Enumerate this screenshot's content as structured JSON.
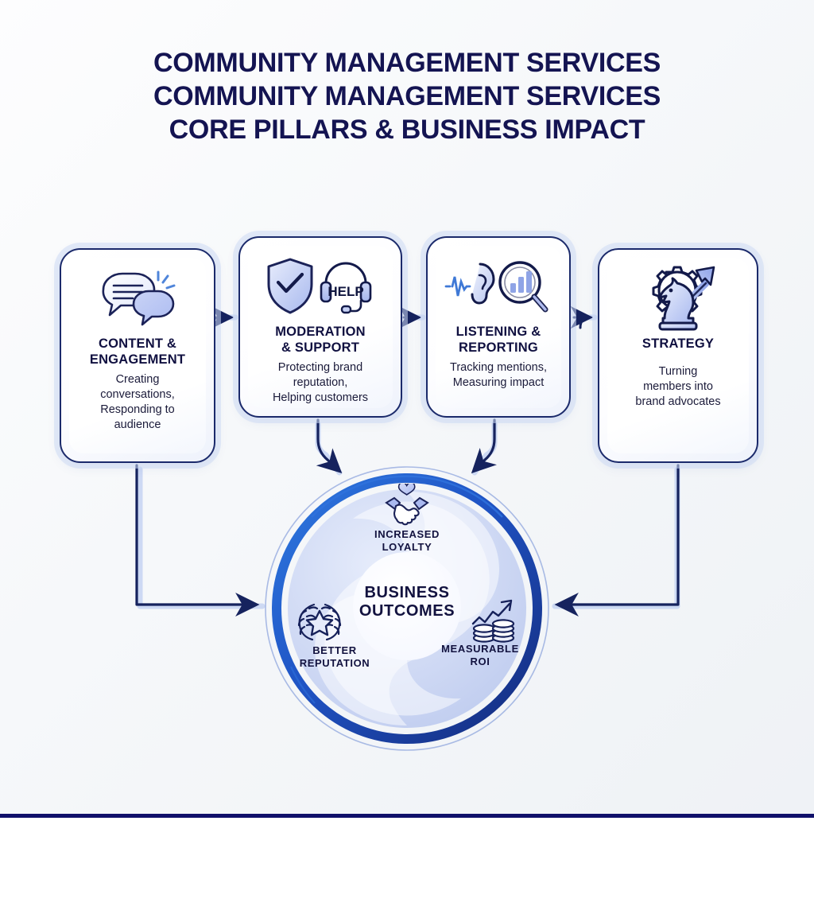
{
  "title": {
    "line1": "COMMUNITY MANAGEMENT SERVICES",
    "line2": "COMMUNITY MANAGEMENT SERVICES",
    "line3": "CORE PILLARS & BUSINESS IMPACT"
  },
  "colors": {
    "navy": "#141452",
    "deep_navy": "#10106a",
    "card_border": "#1b2a6b",
    "accent_blue": "#1f5fd0",
    "ring_blue": "#1b4fbf",
    "soft_blue": "#aebef0",
    "page_bg": "#f4f7fa"
  },
  "pillars": [
    {
      "title": "CONTENT &\nENGAGEMENT",
      "title_line1": "CONTENT &",
      "title_line2": "ENGAGEMENT",
      "desc_lines": [
        "Creating",
        "conversations,",
        "Responding to",
        "audience"
      ],
      "icon": "speech-bubbles-icon"
    },
    {
      "title_line1": "MODERATION",
      "title_line2": "& SUPPORT",
      "desc_lines": [
        "Protecting brand",
        "reputation,",
        "Helping customers"
      ],
      "icon": "shield-check-headset-icon",
      "icon_badge_text": "HELP"
    },
    {
      "title_line1": "LISTENING &",
      "title_line2": "REPORTING",
      "desc_lines": [
        "Tracking mentions,",
        "Measuring impact"
      ],
      "icon": "ear-soundwave-magnifier-chart-icon"
    },
    {
      "title_line1": "STRATEGY",
      "title_line2": "",
      "desc_lines": [
        "Turning",
        "members into",
        "brand advocates"
      ],
      "icon": "gear-chess-knight-growth-arrow-icon"
    }
  ],
  "outcomes": {
    "center_line1": "BUSINESS",
    "center_line2": "OUTCOMES",
    "items": [
      {
        "label_line1": "INCREASED",
        "label_line2": "LOYALTY",
        "icon": "handshake-heart-icon",
        "position": "top"
      },
      {
        "label_line1": "BETTER",
        "label_line2": "REPUTATION",
        "icon": "laurel-star-icon",
        "position": "left"
      },
      {
        "label_line1": "MEASURABLE",
        "label_line2": "ROI",
        "icon": "coins-growth-arrow-icon",
        "position": "right"
      }
    ]
  },
  "flow": {
    "step_arrows": [
      "arrow-right-icon",
      "arrow-right-icon",
      "arrow-right-icon"
    ],
    "converge_arrows": [
      "arrow-down-left-icon",
      "arrow-down-right-icon",
      "arrow-right-icon",
      "arrow-left-icon"
    ]
  }
}
